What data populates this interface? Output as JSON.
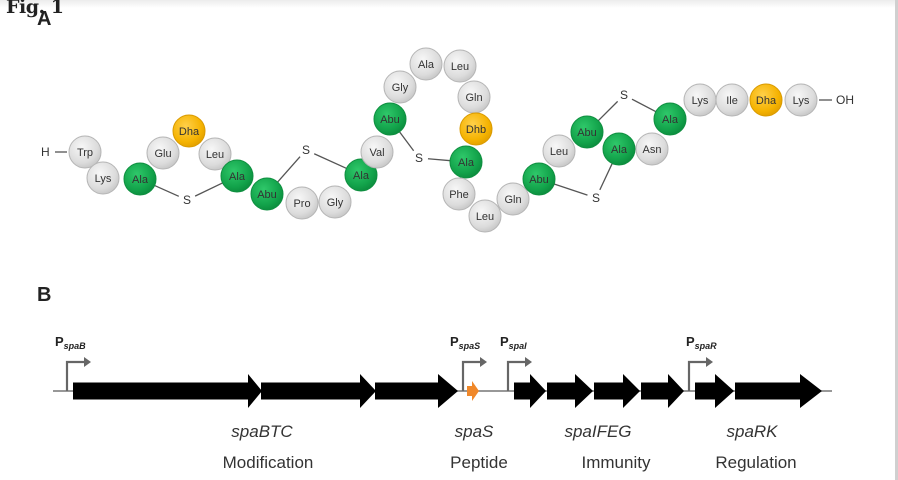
{
  "figure": {
    "title": "Fig. 1",
    "panel_a_label": "A",
    "panel_b_label": "B"
  },
  "colors": {
    "standard_residue": "#dcdcdc",
    "lanthionine_residue": "#12a24a",
    "dehydrated_residue": "#f5b301",
    "gene_arrow": "#000000",
    "peptide_gene": "#f0882a",
    "promoter": "#666666"
  },
  "peptide": {
    "n_terminus": "H",
    "c_terminus": "OH",
    "sulfur_label": "S",
    "residues": [
      {
        "name": "Trp",
        "type": "standard"
      },
      {
        "name": "Lys",
        "type": "standard"
      },
      {
        "name": "Ala",
        "type": "lanthionine"
      },
      {
        "name": "Glu",
        "type": "standard"
      },
      {
        "name": "Dha",
        "type": "dehydrated"
      },
      {
        "name": "Leu",
        "type": "standard"
      },
      {
        "name": "Ala",
        "type": "lanthionine"
      },
      {
        "name": "Abu",
        "type": "lanthionine"
      },
      {
        "name": "Pro",
        "type": "standard"
      },
      {
        "name": "Gly",
        "type": "standard"
      },
      {
        "name": "Ala",
        "type": "lanthionine"
      },
      {
        "name": "Val",
        "type": "standard"
      },
      {
        "name": "Abu",
        "type": "lanthionine"
      },
      {
        "name": "Gly",
        "type": "standard"
      },
      {
        "name": "Ala",
        "type": "standard"
      },
      {
        "name": "Leu",
        "type": "standard"
      },
      {
        "name": "Gln",
        "type": "standard"
      },
      {
        "name": "Dhb",
        "type": "dehydrated"
      },
      {
        "name": "Ala",
        "type": "lanthionine"
      },
      {
        "name": "Phe",
        "type": "standard"
      },
      {
        "name": "Leu",
        "type": "standard"
      },
      {
        "name": "Gln",
        "type": "standard"
      },
      {
        "name": "Abu",
        "type": "lanthionine"
      },
      {
        "name": "Leu",
        "type": "standard"
      },
      {
        "name": "Abu",
        "type": "lanthionine"
      },
      {
        "name": "Ala",
        "type": "lanthionine"
      },
      {
        "name": "Asn",
        "type": "standard"
      },
      {
        "name": "Ala",
        "type": "lanthionine"
      },
      {
        "name": "Lys",
        "type": "standard"
      },
      {
        "name": "Ile",
        "type": "standard"
      },
      {
        "name": "Dha",
        "type": "dehydrated"
      },
      {
        "name": "Lys",
        "type": "standard"
      }
    ],
    "bridges": [
      {
        "from": 3,
        "to": 7
      },
      {
        "from": 8,
        "to": 11
      },
      {
        "from": 13,
        "to": 19
      },
      {
        "from": 23,
        "to": 26
      },
      {
        "from": 25,
        "to": 28
      }
    ]
  },
  "gene_cluster": {
    "promoters": [
      {
        "P": "P",
        "sub": "spaB"
      },
      {
        "P": "P",
        "sub": "spaS"
      },
      {
        "P": "P",
        "sub": "spaI"
      },
      {
        "P": "P",
        "sub": "spaR"
      }
    ],
    "groups": [
      {
        "gene_label": "spaBTC",
        "function": "Modification",
        "gene_count": 3
      },
      {
        "gene_label": "spaS",
        "function": "Peptide",
        "gene_count": 1
      },
      {
        "gene_label": "spaIFEG",
        "function": "Immunity",
        "gene_count": 4
      },
      {
        "gene_label": "spaRK",
        "function": "Regulation",
        "gene_count": 2
      }
    ]
  }
}
